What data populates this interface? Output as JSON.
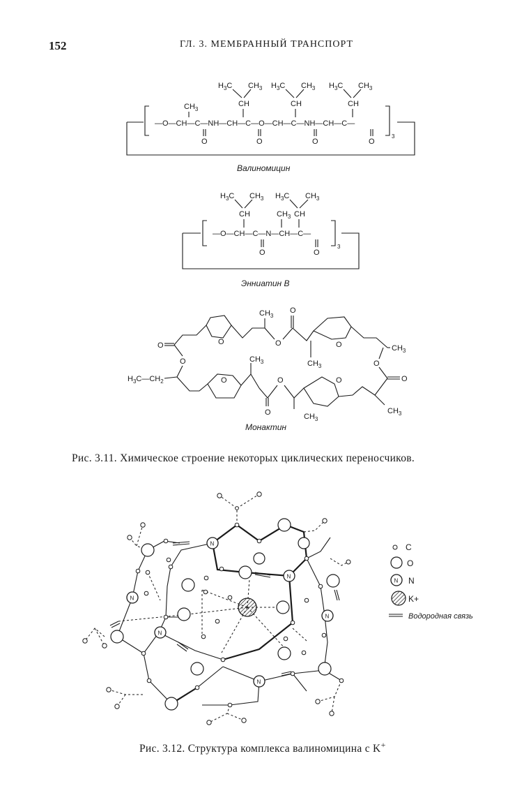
{
  "header": {
    "page_number": "152",
    "running_title": "ГЛ. 3. МЕМБРАННЫЙ ТРАНСПОРТ"
  },
  "figure_311": {
    "valinomycin": {
      "name": "Валиномицин",
      "backbone": "—O—CH—C—NH—CH—C—O—CH—C—NH—CH—C—",
      "subscript": "3"
    },
    "enniatin": {
      "name": "Энниатин В",
      "backbone": "—O—CH—C—N—CH—C—",
      "subscript": "3"
    },
    "monactin": {
      "name": "Монактин"
    },
    "caption": "Рис. 3.11. Химическое строение некоторых циклических переносчиков."
  },
  "figure_312": {
    "legend": [
      {
        "symbol": "small-circle",
        "label": "C"
      },
      {
        "symbol": "large-circle",
        "label": "O"
      },
      {
        "symbol": "n-circle",
        "label": "N"
      },
      {
        "symbol": "hatched-circle",
        "label": "K+"
      },
      {
        "symbol": "double-line",
        "label": "Водородная связь"
      }
    ],
    "caption_text": "Рис. 3.12. Структура комплекса валиномицина с K",
    "caption_sup": "+"
  }
}
